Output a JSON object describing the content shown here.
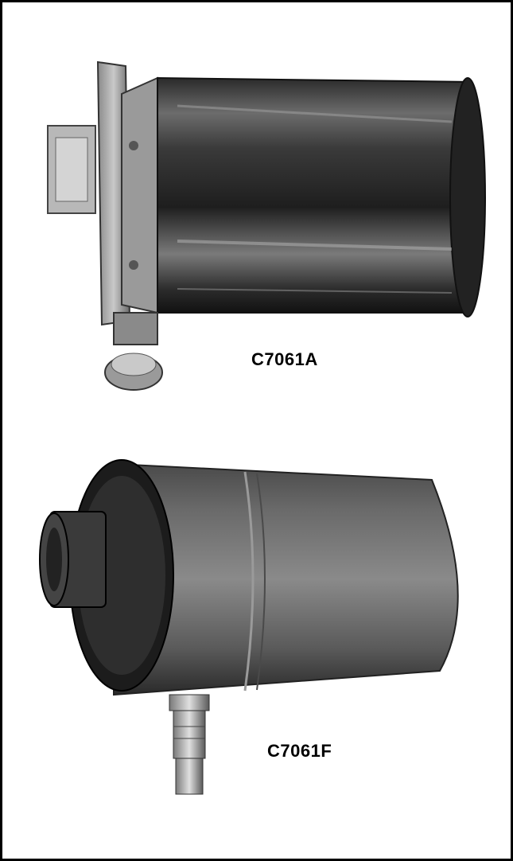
{
  "figure": {
    "products": [
      {
        "model": "C7061A",
        "image": "flame-detector-c7061a-photo"
      },
      {
        "model": "C7061F",
        "image": "flame-detector-c7061f-photo"
      }
    ]
  }
}
